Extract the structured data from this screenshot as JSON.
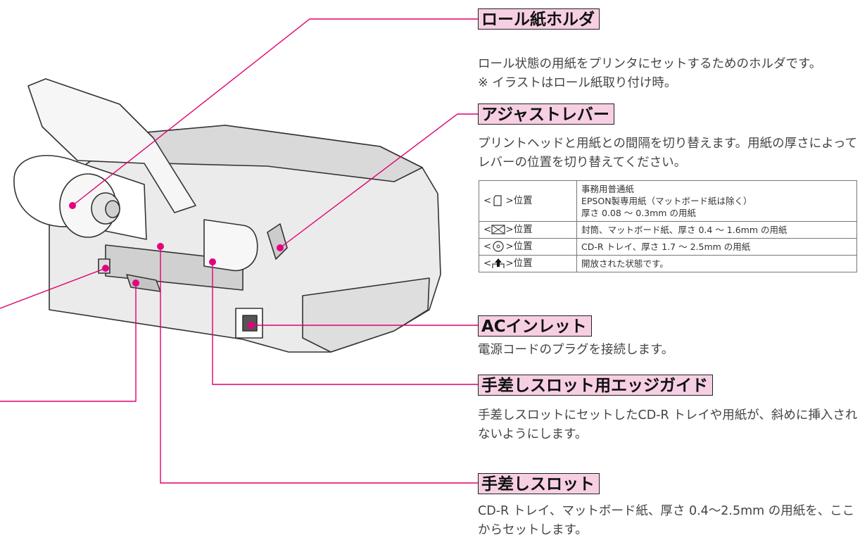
{
  "colors": {
    "callout_line": "#e0006f",
    "dot": "#e4007f",
    "label_bg": "#f6cfe3"
  },
  "sections": [
    {
      "title": "ロール紙ホルダ",
      "text": "ロール状態の用紙をプリンタにセットするためのホルダです。",
      "note": "※ イラストはロール紙取り付け時。"
    },
    {
      "title": "アジャストレバー",
      "text": "プリントヘッドと用紙との間隔を切り替えます。用紙の厚さによってレバーの位置を切り替えてください。"
    },
    {
      "title": "ACインレット",
      "text": "電源コードのプラグを接続します。"
    },
    {
      "title": "手差しスロット用エッジガイド",
      "text": "手差しスロットにセットしたCD-R トレイや用紙が、斜めに挿入されないようにします。"
    },
    {
      "title": "手差しスロット",
      "text": "CD-R トレイ、マットボード紙、厚さ 0.4～2.5mm の用紙を、ここからセットします。"
    }
  ],
  "lever_table": [
    {
      "icon": "paper-icon",
      "pos_prefix": "<",
      "pos_suffix": ">位置",
      "lines": [
        "事務用普通紙",
        "EPSON製専用紙（マットボード紙は除く）",
        "厚さ 0.08 ～ 0.3mm の用紙"
      ]
    },
    {
      "icon": "envelope-icon",
      "pos_prefix": "<",
      "pos_suffix": ">位置",
      "lines": [
        "封筒、マットボード紙、厚さ 0.4 ～ 1.6mm の用紙"
      ]
    },
    {
      "icon": "cd-icon",
      "pos_prefix": "<",
      "pos_suffix": ">位置",
      "lines": [
        "CD-R トレイ、厚さ 1.7 ～ 2.5mm の用紙"
      ]
    },
    {
      "icon": "open-arrow-icon",
      "pos_prefix": "<",
      "pos_suffix": ">位置",
      "lines": [
        "開放された状態です。"
      ]
    }
  ]
}
